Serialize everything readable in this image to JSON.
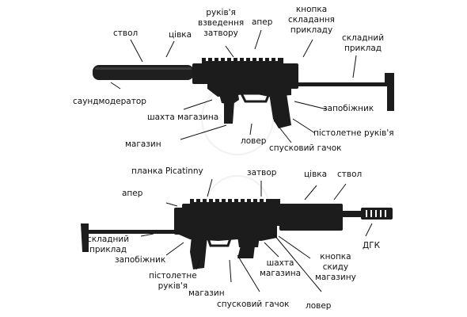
{
  "diagram": {
    "top": {
      "labels": {
        "barrel": "ствол",
        "bolt": "цівка",
        "charging_handle": "руків'я\nвзведення\nзатвору",
        "upper": "апер",
        "stock_fold_button": "кнопка\nскладання\nприкладу",
        "folding_stock": "складний\nприклад",
        "suppressor": "саундмодератор",
        "magwell": "шахта магазина",
        "safety": "запобіжник",
        "pistol_grip": "пістолетне руків'я",
        "magazine": "магазин",
        "lower": "ловер",
        "trigger": "спусковий гачок"
      }
    },
    "bottom": {
      "labels": {
        "picatinny": "планка Picatinny",
        "bolt": "затвор",
        "handguard": "цівка",
        "barrel": "ствол",
        "upper": "апер",
        "folding_stock": "складний\nприклад",
        "muzzle_brake": "ДГК",
        "safety": "запобіжник",
        "mag_release": "кнопка\nскиду\nмагазину",
        "magwell": "шахта\nмагазина",
        "pistol_grip": "пістолетне\nруків'я",
        "magazine": "магазин",
        "trigger": "спусковий гачок",
        "lower": "ловер"
      }
    },
    "colors": {
      "weapon": "#1c1c1c",
      "weapon_highlight": "#3a3a3a",
      "leader_line": "#111111",
      "watermark": "#e6e6e6"
    }
  }
}
